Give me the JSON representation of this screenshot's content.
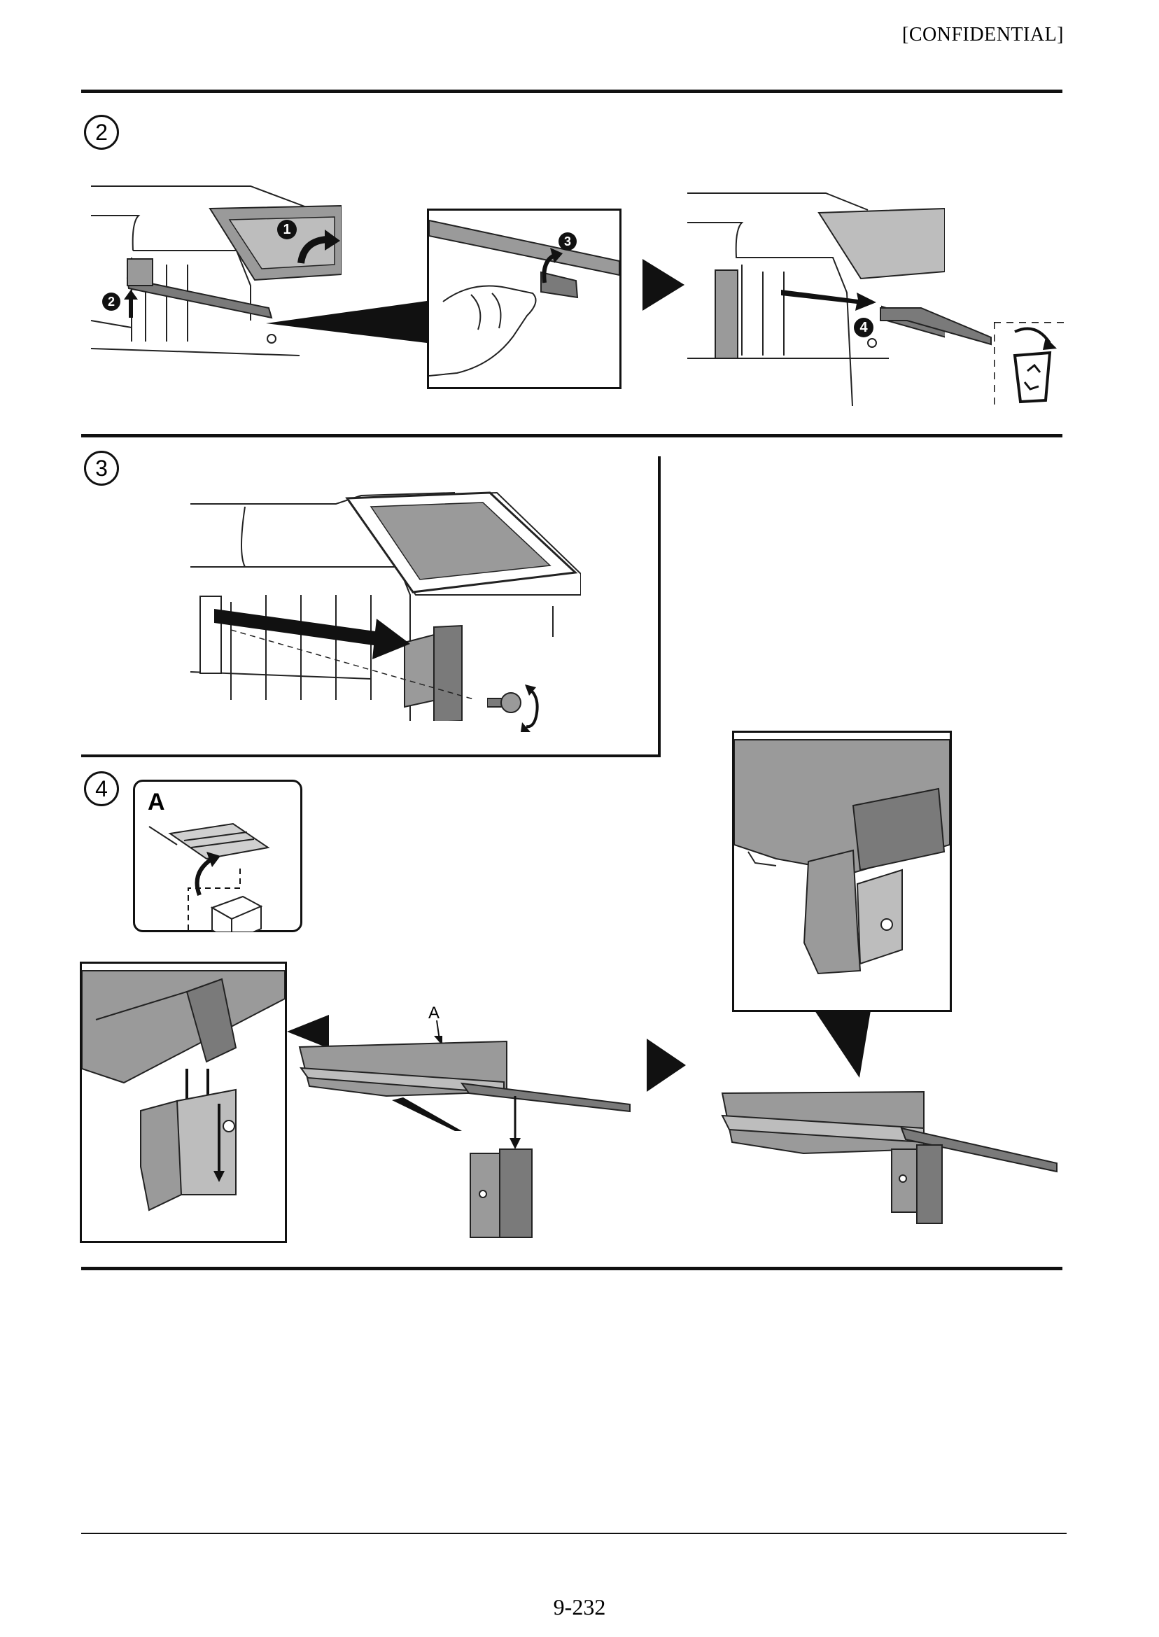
{
  "header": {
    "label": "[CONFIDENTIAL]"
  },
  "steps": [
    {
      "number": "2"
    },
    {
      "number": "3"
    },
    {
      "number": "4"
    }
  ],
  "step2": {
    "callouts": [
      "1",
      "2",
      "3",
      "4"
    ],
    "icons": [
      "lift-arrow-icon",
      "recycle-bin-icon",
      "play-arrow-icon"
    ]
  },
  "step3": {
    "icons": [
      "screw-icon",
      "rotate-arrow-icon",
      "slide-arrow-icon"
    ]
  },
  "step4": {
    "inset_label": "A",
    "part_label": "A",
    "icons": [
      "box-icon",
      "play-arrow-icon"
    ]
  },
  "footer": {
    "page_number": "9-232"
  }
}
